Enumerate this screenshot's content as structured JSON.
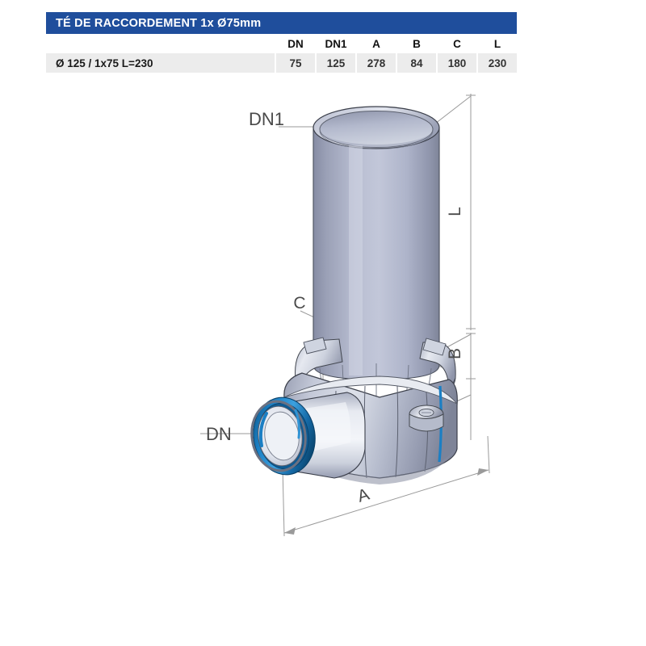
{
  "table": {
    "title": "TÉ DE RACCORDEMENT 1x Ø75mm",
    "header_blank": "",
    "columns": [
      "DN",
      "DN1",
      "A",
      "B",
      "C",
      "L"
    ],
    "row_label": "Ø 125 / 1x75 L=230",
    "values": [
      "75",
      "125",
      "278",
      "84",
      "180",
      "230"
    ],
    "colors": {
      "title_bg": "#1f4e9c",
      "title_fg": "#ffffff",
      "header_bg": "#ffffff",
      "data_bg": "#ececec"
    }
  },
  "drawing": {
    "labels": {
      "dn1": "DN1",
      "dn": "DN",
      "c": "C",
      "b": "B",
      "l": "L",
      "a": "A"
    },
    "colors": {
      "seal_blue": "#1b7fc4",
      "seal_blue_dark": "#0f5b93",
      "body_light": "#f2f4f8",
      "body_mid": "#c3c8d6",
      "body_dark": "#8e95a8",
      "pipe_light": "#b9bed2",
      "pipe_dark": "#8a90a6",
      "outline": "#3b3f4a",
      "dim_line": "#9a9a9a"
    }
  }
}
